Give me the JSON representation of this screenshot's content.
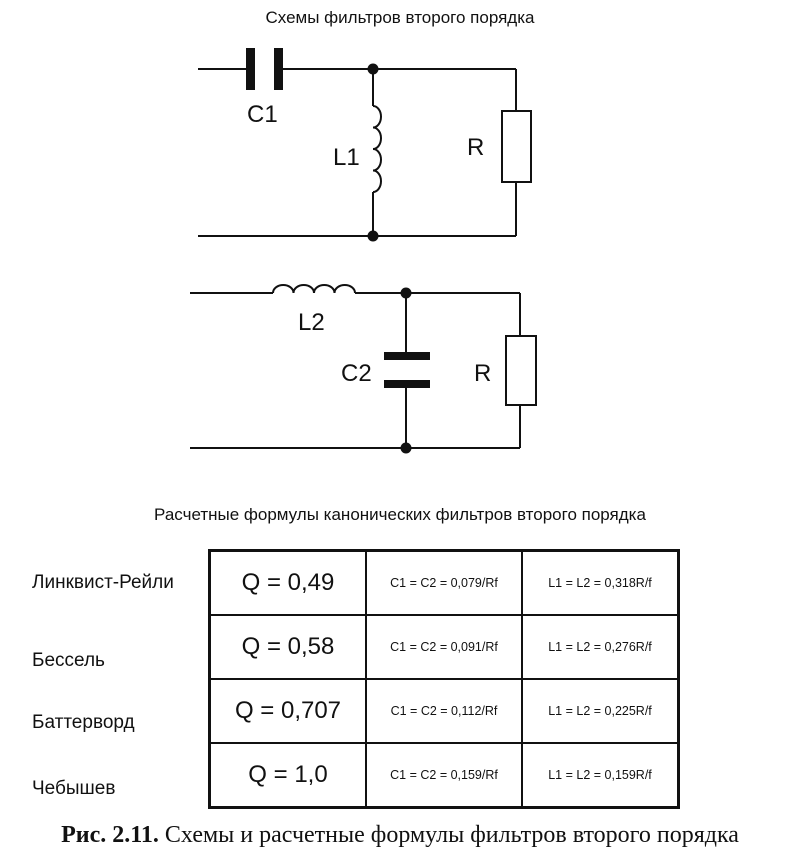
{
  "title": "Схемы фильтров второго порядка",
  "circuit1": {
    "c_label": "C1",
    "l_label": "L1",
    "r_label": "R"
  },
  "circuit2": {
    "l_label": "L2",
    "c_label": "C2",
    "r_label": "R"
  },
  "table_title": "Расчетные формулы канонических фильтров второго порядка",
  "filters": [
    {
      "name": "Линквист-Рейли",
      "q": "Q = 0,49",
      "c": "C1 = C2 = 0,079/Rf",
      "l": "L1 = L2 = 0,318R/f"
    },
    {
      "name": "Бессель",
      "q": "Q = 0,58",
      "c": "C1 = C2 = 0,091/Rf",
      "l": "L1 = L2 = 0,276R/f"
    },
    {
      "name": "Баттерворд",
      "q": "Q = 0,707",
      "c": "C1 = C2 = 0,112/Rf",
      "l": "L1 = L2 = 0,225R/f"
    },
    {
      "name": "Чебышев",
      "q": "Q = 1,0",
      "c": "C1 = C2 = 0,159/Rf",
      "l": "L1 = L2 = 0,159R/f"
    }
  ],
  "caption": {
    "fig": "Рис. 2.11.",
    "text": "Схемы и расчетные формулы фильтров второго порядка"
  }
}
